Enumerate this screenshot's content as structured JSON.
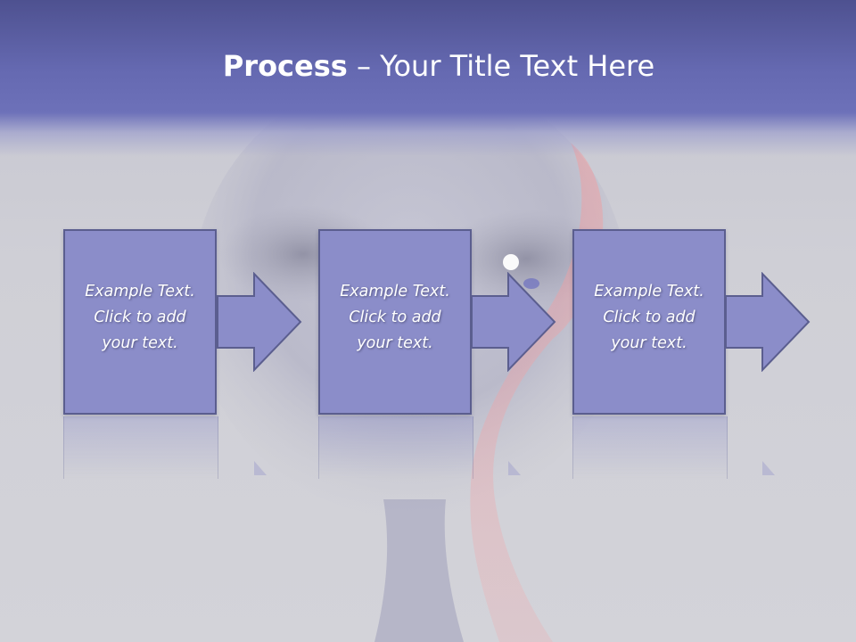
{
  "title": {
    "bold": "Process",
    "rest": " – Your Title Text Here"
  },
  "steps": [
    {
      "lines": [
        "Example Text.",
        "Click  to add",
        "your text."
      ]
    },
    {
      "lines": [
        "Example Text.",
        "Click  to add",
        "your text."
      ]
    },
    {
      "lines": [
        "Example Text.",
        "Click  to add",
        "your text."
      ]
    }
  ],
  "colors": {
    "header": "#6569b1",
    "box_fill": "#8b8dc9",
    "box_border": "#5b5e8f",
    "text": "#ffffff"
  },
  "icons": [
    "right-arrow-icon"
  ]
}
